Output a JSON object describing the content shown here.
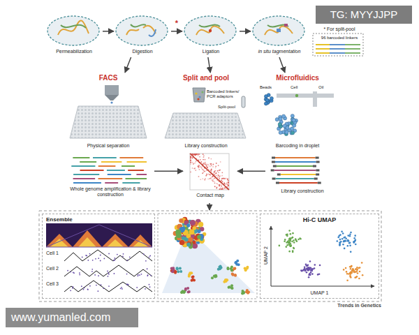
{
  "diagram": {
    "nodes": [
      {
        "text": [
          "Permeabilization"
        ]
      },
      {
        "text": [
          "Digestion"
        ]
      },
      {
        "text": [
          "Ligation"
        ]
      },
      {
        "text": [
          "in situ tagmentation"
        ]
      },
      {
        "text": [
          "* For split-pool",
          "96 barcoded linkers"
        ]
      },
      {
        "text": [
          "FACS",
          "Physical separation"
        ]
      },
      {
        "text": [
          "Split and pool",
          "Barcoded linkers/ PCR adaptors",
          "Split-pool",
          "Library construction"
        ]
      },
      {
        "text": [
          "Microfluidics",
          "Beads",
          "Cell",
          "Oil",
          "Barcoding in droplet"
        ]
      },
      {
        "text": [
          "Whole genome amplification & library construction"
        ]
      },
      {
        "text": [
          "Contact map"
        ]
      },
      {
        "text": [
          "Library construction"
        ]
      },
      {
        "text": [
          "Ensemble",
          "Cell 1",
          "Cell 2",
          "Cell 3"
        ]
      },
      {
        "text": [
          "Hi-C UMAP",
          "UMAP 2",
          "UMAP 1"
        ]
      }
    ],
    "edges": [
      {
        "from": 0,
        "to": 1,
        "arrow": "to"
      },
      {
        "from": 1,
        "to": 2,
        "arrow": "to"
      },
      {
        "from": 2,
        "to": 3,
        "arrow": "to"
      },
      {
        "from": 1,
        "to": 5,
        "arrow": "to"
      },
      {
        "from": 2,
        "to": 6,
        "arrow": "to"
      },
      {
        "from": 3,
        "to": 7,
        "arrow": "to"
      },
      {
        "from": 8,
        "to": 9,
        "arrow": "to"
      },
      {
        "from": 10,
        "to": 9,
        "arrow": "to"
      }
    ],
    "labels": [
      "*",
      "TG: MYYJJPP",
      "Trends in Genetics",
      "www.yumanled.com"
    ]
  }
}
